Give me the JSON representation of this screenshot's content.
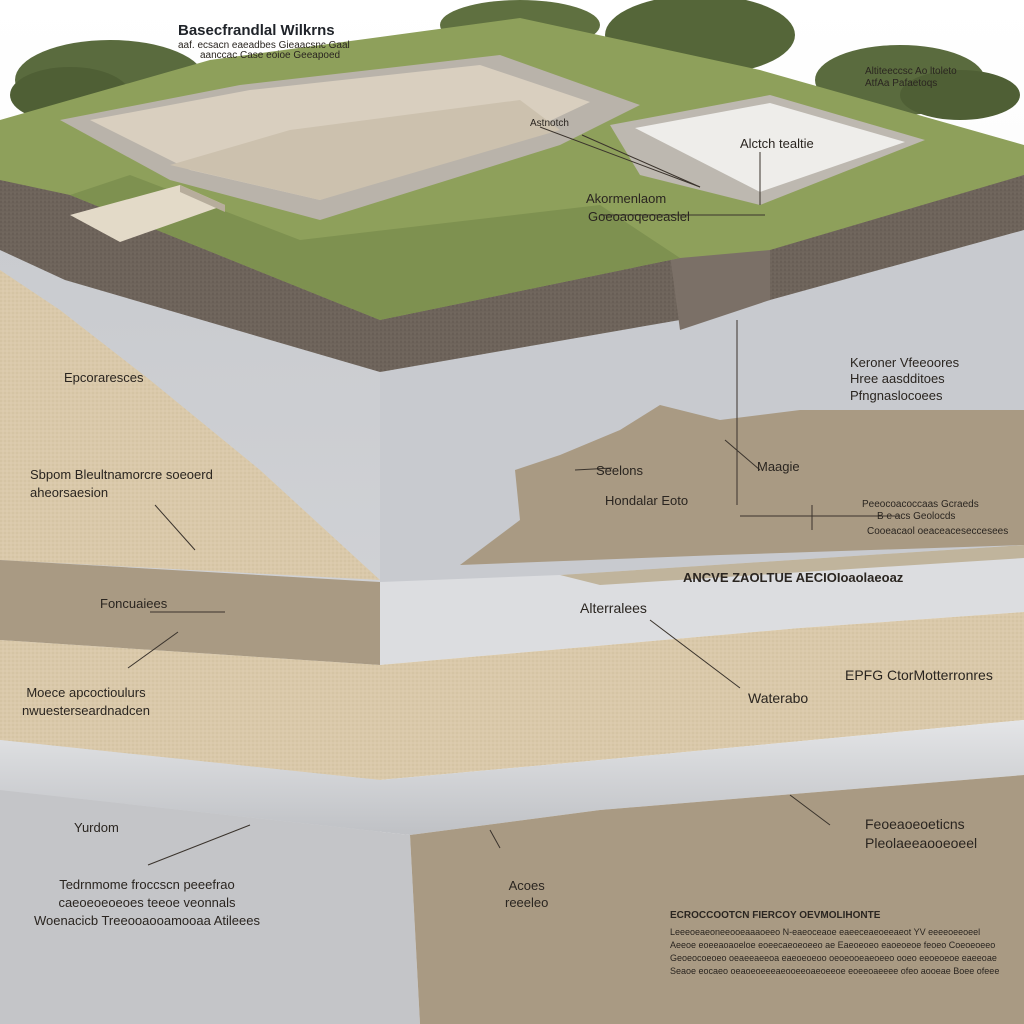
{
  "title": {
    "heading": "Basecfrandlal Wilkrns",
    "sub_1": "aaf. ecsacn eaeadbes Gieaacsnc Gaal",
    "sub_2": "aanccac Case eoioe Geeapoed"
  },
  "callouts": {
    "top_right": [
      "Altiteeccsc Ao ltoleto",
      "AtfAa Pafaetoqs"
    ],
    "pad_label": "Astnotch",
    "right_pad": "Alctch tealtie",
    "mid_1": "Akormenlaom",
    "mid_2": "Goeoaoqeoeaslel",
    "left_upper": "Epcoraresces",
    "right_list": [
      "Keroner Vfeeoores",
      "Hree aasdditoes",
      "Pfngnaslocoees"
    ],
    "left_mid": [
      "Sbpom Bleultnamorcre soeoerd",
      "aheorsaesion"
    ],
    "seelons": "Seelons",
    "maagie": "Maagie",
    "handaler": "Hondalar Eoto",
    "small_right": [
      "Peeocoacoccaas Gcraeds",
      "B e acs Geolocds"
    ],
    "small_right_2": "Cooeacaol oeaceaceseccesees",
    "band_label": "ANCVE ZAOLTUE AECIOIoaolaeoaz",
    "foundation": "Foncuaiees",
    "alterralees": "Alterralees",
    "right_big": "EPFG CtorMotterronres",
    "left_band": [
      "Moece apcoctioulurs",
      "nwuesterseardnadcen"
    ],
    "waterao": "Waterabo",
    "yurdom": "Yurdom",
    "bottom_left": [
      "Tedrnmome froccscn peeefrao",
      "caeoeoeoeoes teeoe veonnals",
      "Woenacicb Treeooaooamooaa Atileees"
    ],
    "acoos": [
      "Acoes",
      "reeeleo"
    ],
    "bottom_right": [
      "Feoeaoeoeticns",
      "Pleolaeeaooeoeel"
    ],
    "notes_title": "ECROCCOOTCN FIERCOY OEVMOLIHONTE",
    "notes": [
      "Leeeoeaeoneeooeaaaoeeo  N-eaeoceaoe  eaeeceaeoeeaeot  YV eeeeoeeoeel",
      "Aeeoe eoeeaoaoeloe  eoeecaeoeoeeo  ae  Eaeoeoeo eaoeoeoe  feoeo  Coeoeoeeo",
      "Geoeocoeoeo oeaeeaeeoa  eaeoeoeoo  oeoeooeaeoeeo  ooeo  eeoeoeoe  eaeeoae",
      "Seaoe eocaeo  oeaoeoeeeaeooeeoaeoeeoe  eoeeoaeeee  ofeo  aooeae  Boee  ofeee"
    ]
  },
  "colors": {
    "grass": "#8fa05c",
    "grass_dark": "#748646",
    "soil_dark": "#6f655d",
    "concrete": "#c9c6c0",
    "concrete_light": "#ddd6c8",
    "pad_white": "#ecebe7",
    "sand": "#d8c9ad",
    "clay": "#a79780",
    "gray_block": "#c6c8cc",
    "gray_slab": "#d4d5d8"
  }
}
